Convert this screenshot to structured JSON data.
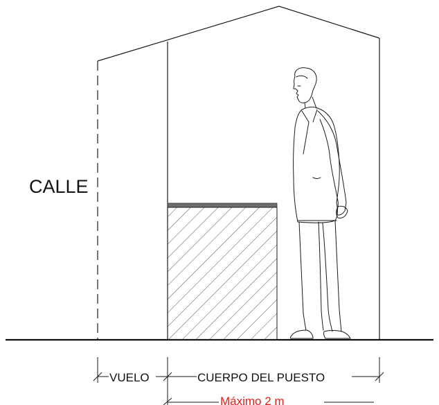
{
  "labels": {
    "street": "CALLE",
    "overhang": "VUELO",
    "stall_body": "CUERPO DEL PUESTO",
    "maximum": "Máximo 2 m"
  },
  "colors": {
    "line": "#1a1a1a",
    "hatch": "#555555",
    "counter_top": "#6e6e6e",
    "accent": "#e0201a"
  }
}
